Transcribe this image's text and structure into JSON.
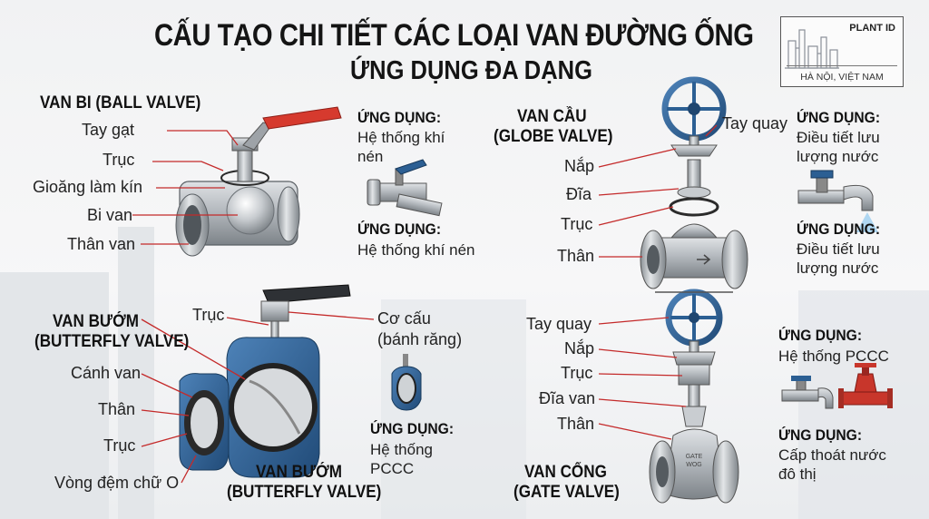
{
  "title": "CẤU TẠO CHI TIẾT CÁC LOẠI VAN ĐƯỜNG ỐNG",
  "subtitle": "ỨNG DỤNG ĐA DẠNG",
  "logo": {
    "name": "PLANT ID",
    "location": "HÀ NỘI, VIỆT NAM"
  },
  "colors": {
    "leader": "#c42a2a",
    "handle": "#d63a2e",
    "blue": "#2c5f93",
    "metal": "#a9aeb3"
  },
  "ball_valve": {
    "heading": "VAN BI (BALL VALVE)",
    "parts": [
      "Tay gạt",
      "Trục",
      "Gioăng làm kín",
      "Bi van",
      "Thân van"
    ],
    "apps": [
      {
        "heading": "ỨNG DỤNG:",
        "lines": [
          "Hệ thống khí",
          "nén"
        ]
      },
      {
        "heading": "ỨNG DỤNG:",
        "lines": [
          "Hệ thống khí nén"
        ]
      }
    ]
  },
  "globe_valve": {
    "heading": [
      "VAN CẦU",
      "(GLOBE VALVE)"
    ],
    "parts": [
      "Tay quay",
      "Nắp",
      "Đĩa",
      "Trục",
      "Thân"
    ],
    "apps": [
      {
        "heading": "ỨNG DỤNG:",
        "lines": [
          "Điều tiết lưu",
          "lượng nước"
        ]
      },
      {
        "heading": "ỨNG DỤNG:",
        "lines": [
          "Điều tiết lưu",
          "lượng nước"
        ]
      }
    ]
  },
  "butterfly_valve": {
    "heading": [
      "VAN BƯỚM",
      "(BUTTERFLY VALVE)"
    ],
    "footer": [
      "VAN BƯỚM",
      "(BUTTERFLY VALVE)"
    ],
    "parts_right": [
      "Trục",
      "Cơ cấu",
      "(bánh răng)"
    ],
    "parts_left": [
      "Cánh van",
      "Thân",
      "Trục",
      "Vòng đệm chữ O"
    ],
    "app": {
      "heading": "ỨNG DỤNG:",
      "lines": [
        "Hệ thống",
        "PCCC"
      ]
    }
  },
  "gate_valve": {
    "footer": [
      "VAN CỔNG",
      "(GATE VALVE)"
    ],
    "parts": [
      "Tay quay",
      "Nắp",
      "Trục",
      "Đĩa van",
      "Thân"
    ],
    "body_marking": [
      "GATE",
      "WOG"
    ],
    "apps": [
      {
        "heading": "ỨNG DỤNG:",
        "lines": [
          "Hệ thống PCCC"
        ]
      },
      {
        "heading": "ỨNG DỤNG:",
        "lines": [
          "Cấp thoát nước",
          "đô thị"
        ]
      }
    ]
  }
}
